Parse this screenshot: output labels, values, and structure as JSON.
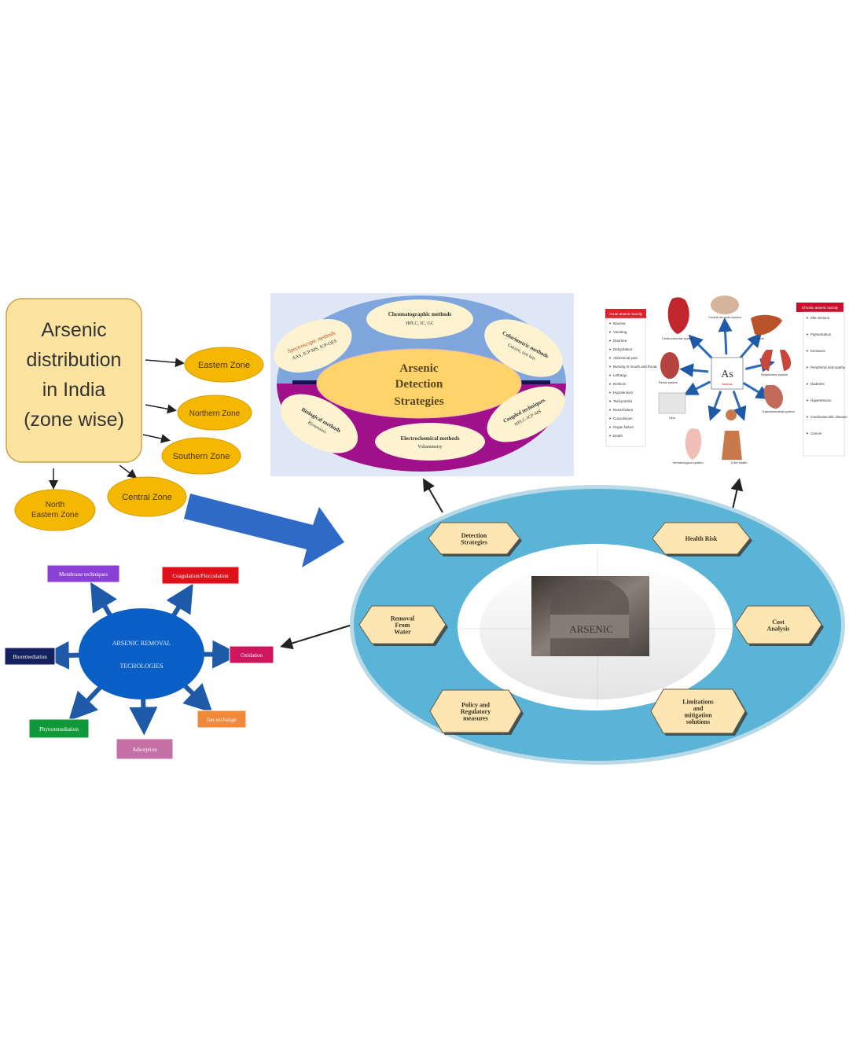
{
  "distribution": {
    "title_lines": [
      "Arsenic",
      "distribution",
      "in India",
      "(zone wise)"
    ],
    "zones": [
      {
        "label_lines": [
          "Eastern Zone"
        ]
      },
      {
        "label_lines": [
          "Northern Zone"
        ]
      },
      {
        "label_lines": [
          "Southern Zone"
        ]
      },
      {
        "label_lines": [
          "North",
          "Eastern Zone"
        ]
      },
      {
        "label_lines": [
          "Central Zone"
        ]
      }
    ],
    "colors": {
      "box": "#fde3a0",
      "zone": "#f5b800"
    }
  },
  "detection": {
    "center_lines": [
      "Arsenic",
      "Detection",
      "Strategies"
    ],
    "methods": [
      {
        "title": "Spectroscopic methods",
        "detail": "AAS, ICP-MS, ICP-OES"
      },
      {
        "title": "Chromatographic methods",
        "detail": "HPLC, IC, GC"
      },
      {
        "title": "Colorimetric methods",
        "detail": "Gutzeit, test kits"
      },
      {
        "title": "Biological methods",
        "detail": "Biosensors"
      },
      {
        "title": "Electrochemical methods",
        "detail": "Voltammetry"
      },
      {
        "title": "Coupled techniques",
        "detail": "HPLC-ICP-MS"
      }
    ],
    "colors": {
      "top": "#7fa6dc",
      "bottom": "#a0108a",
      "center": "#fdd36a",
      "node": "#fdf3d0"
    }
  },
  "health": {
    "symbol": "As",
    "symbol_caption": "Arsenic",
    "acute_header": "Acute arsenic toxicity",
    "acute_items": [
      "Nausea",
      "Vomiting",
      "Diarrhea",
      "Dehydration",
      "Abdominal pain",
      "Burning in mouth and throat",
      "Lethargy",
      "Delirium",
      "Hypotension",
      "Tachycardia",
      "Renal failure",
      "Convulsions",
      "Organ failure",
      "Death"
    ],
    "chronic_header": "Chronic arsenic toxicity",
    "chronic_items": [
      "Skin lesions",
      "Pigmentation",
      "Keratosis",
      "Peripheral neuropathy",
      "Diabetes",
      "Hypertension",
      "Cardiovascular disease",
      "Cancer"
    ],
    "organs": [
      "Cardiovascular system",
      "Central nervous system",
      "Liver",
      "Respiratory system",
      "Gastrointestinal system",
      "Renal system",
      "Skin",
      "Child health",
      "Hematological system"
    ],
    "colors": {
      "header": "#e0202a",
      "arrow": "#2e6ab8"
    }
  },
  "hub": {
    "image_label": "ARSENIC",
    "nodes": [
      {
        "label_lines": [
          "Detection",
          "Strategies"
        ]
      },
      {
        "label_lines": [
          "Health Risk"
        ]
      },
      {
        "label_lines": [
          "Removal",
          "From",
          "Water"
        ]
      },
      {
        "label_lines": [
          "Cost",
          "Analysis"
        ]
      },
      {
        "label_lines": [
          "Policy and",
          "Regulatory",
          "measures"
        ]
      },
      {
        "label_lines": [
          "Limitations",
          "and",
          "mitigation",
          "solutions"
        ]
      }
    ],
    "colors": {
      "ring": "#5ab4d8",
      "node": "#fde6b4"
    }
  },
  "removal": {
    "center_lines": [
      "ARSENIC REMOVAL",
      "TECHOLOGIES"
    ],
    "techniques": [
      {
        "label": "Membrane techniques",
        "color": "#8a3fd6"
      },
      {
        "label": "Coagulation/Flocculation",
        "color": "#e0101a"
      },
      {
        "label": "Bioremediation",
        "color": "#14215e"
      },
      {
        "label": "Oxidation",
        "color": "#d0145e"
      },
      {
        "label": "Phytoremediation",
        "color": "#11983a"
      },
      {
        "label": "Adsorption",
        "color": "#c46fa6"
      },
      {
        "label": "Ion exchange",
        "color": "#f08a3a"
      }
    ],
    "center_color": "#0a5fc6"
  },
  "flow_arrow_color": "#2f6bc6"
}
